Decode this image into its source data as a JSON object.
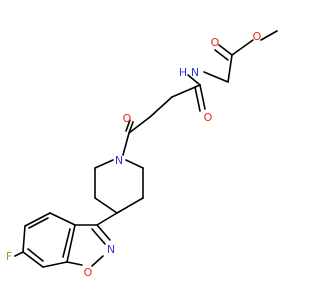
{
  "molecule": {
    "atom_labels": {
      "ester_o_methoxy": "O",
      "ester_o_carbonyl": "O",
      "amide_nh_n": "N",
      "amide_nh_h": "H",
      "amide_o": "O",
      "ketone_o": "O",
      "piperidine_n": "N",
      "isoxazole_n": "N",
      "isoxazole_o": "O",
      "fluorine": "F"
    },
    "colors": {
      "bond": "#000000",
      "oxygen": "#e8291c",
      "nitrogen": "#2f3bd6",
      "fluorine": "#7ea83a"
    }
  }
}
